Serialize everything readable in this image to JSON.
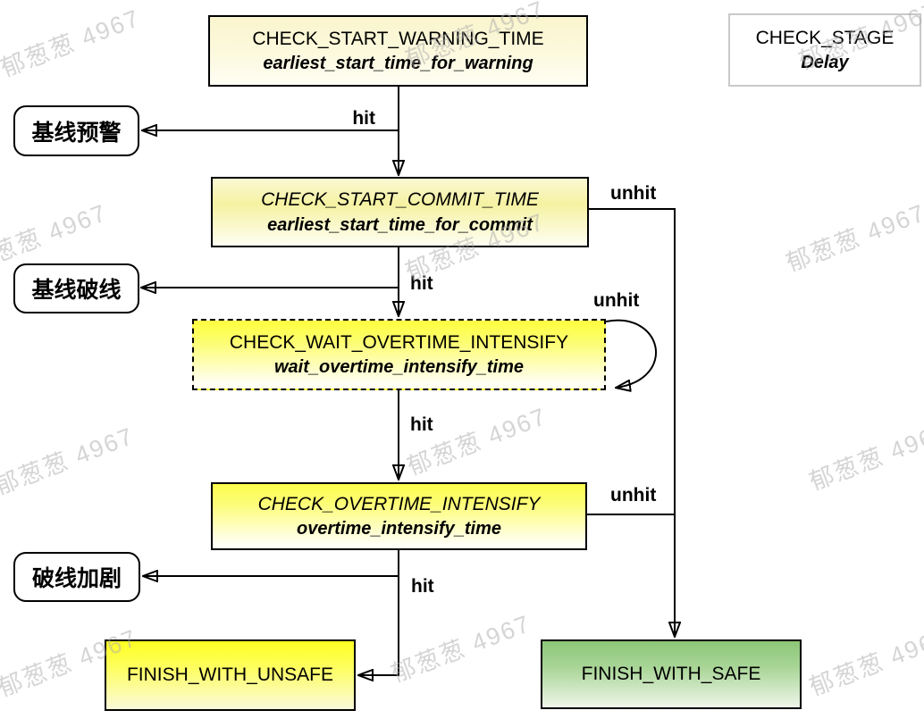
{
  "diagram": {
    "legend": {
      "title": "CHECK_STAGE",
      "subtitle": "Delay"
    },
    "nodes": {
      "warning": {
        "title": "CHECK_START_WARNING_TIME",
        "subtitle": "earliest_start_time_for_warning"
      },
      "commit": {
        "title": "CHECK_START_COMMIT_TIME",
        "subtitle": "earliest_start_time_for_commit"
      },
      "wait_overtime": {
        "title": "CHECK_WAIT_OVERTIME_INTENSIFY",
        "subtitle": "wait_overtime_intensify_time"
      },
      "overtime": {
        "title": "CHECK_OVERTIME_INTENSIFY",
        "subtitle": "overtime_intensify_time"
      },
      "finish_unsafe": {
        "title": "FINISH_WITH_UNSAFE"
      },
      "finish_safe": {
        "title": "FINISH_WITH_SAFE"
      },
      "baseline_warning": {
        "title": "基线预警"
      },
      "baseline_break": {
        "title": "基线破线"
      },
      "break_intensify": {
        "title": "破线加剧"
      }
    },
    "edges": {
      "warning_hit": "hit",
      "commit_hit": "hit",
      "wait_hit": "hit",
      "overtime_hit": "hit",
      "commit_unhit": "unhit",
      "wait_unhit": "unhit",
      "overtime_unhit": "unhit"
    },
    "colors": {
      "node_border": "#000000",
      "legend_border": "#C9C9C9",
      "yellow_bright": "#FEFE3E",
      "yellow_pale": "#FAF5CD",
      "yellow_finish": "#FFFF22",
      "green_safe": "#8CC778",
      "gradient_fade": "#FFFFF4",
      "watermark_gray": "#ACACAC"
    },
    "watermark": {
      "text": "郁葱葱 4967"
    }
  }
}
